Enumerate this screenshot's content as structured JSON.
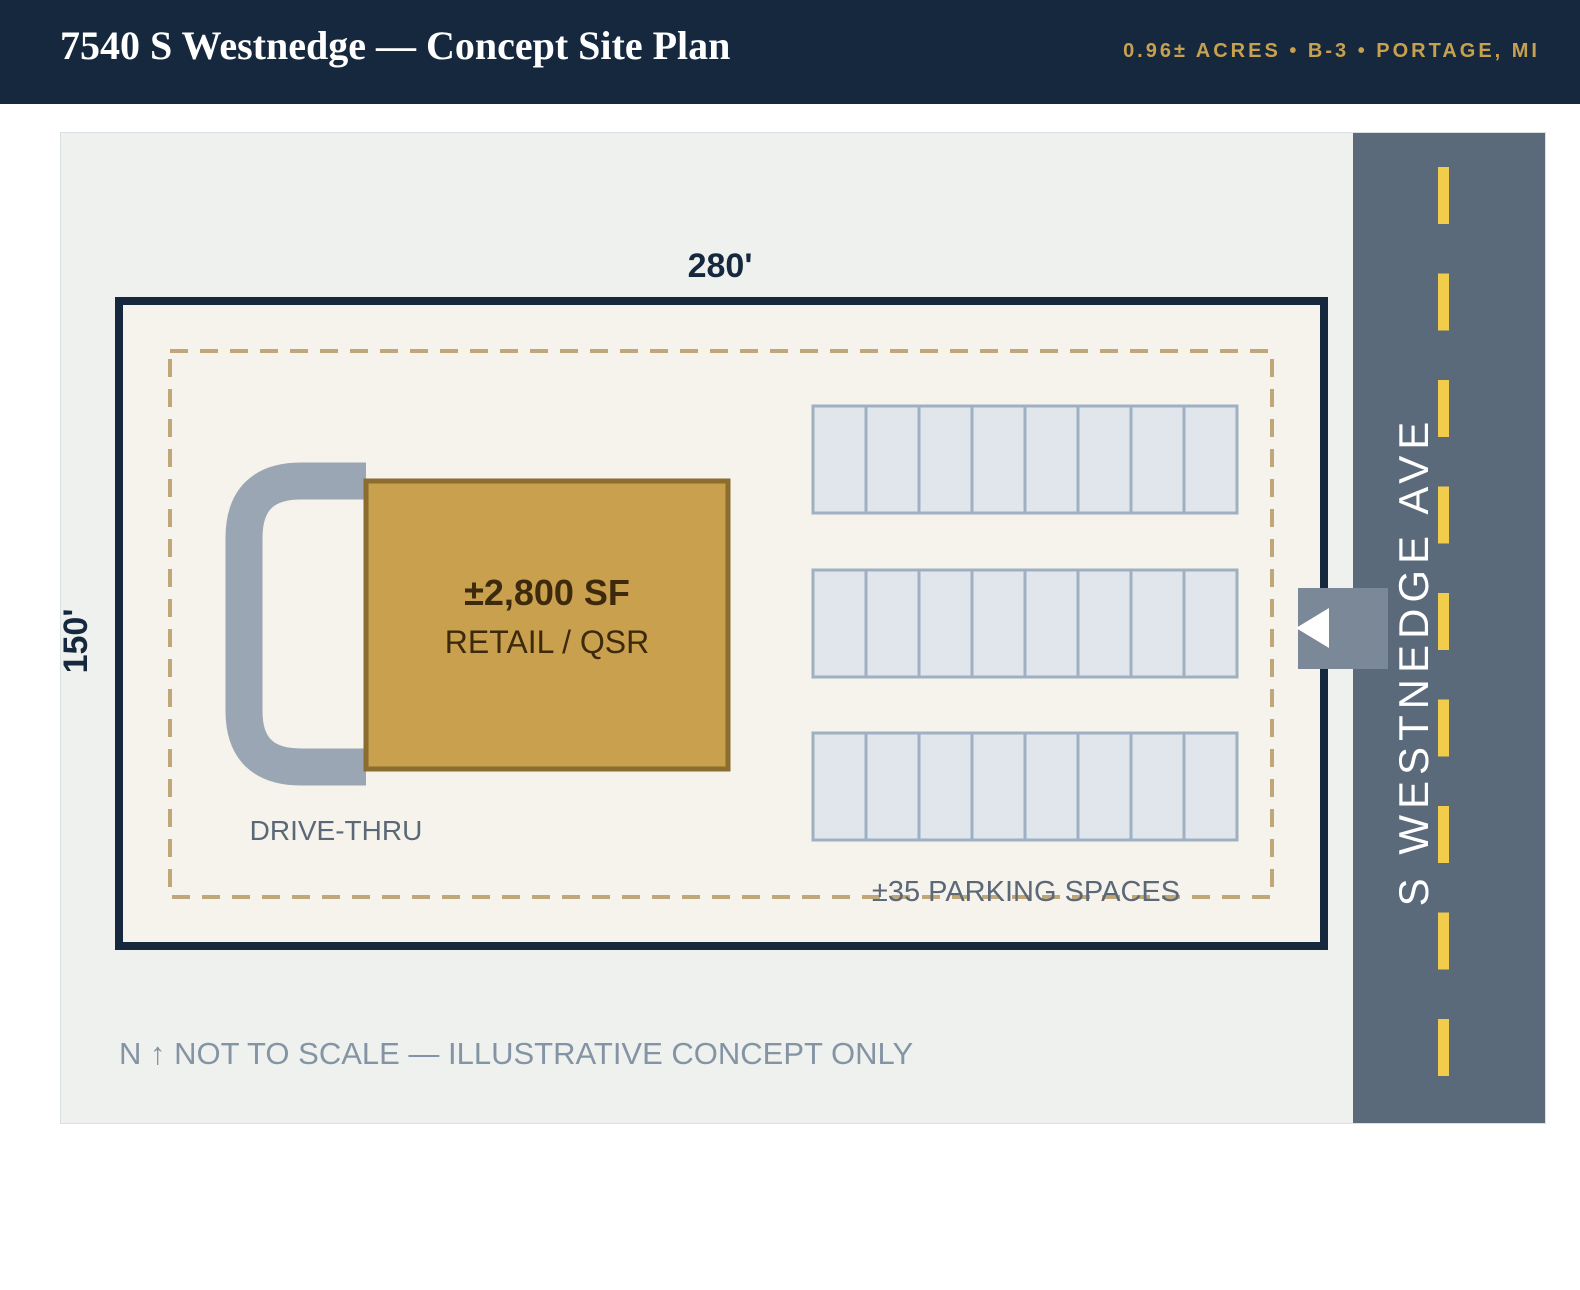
{
  "header": {
    "title": "7540 S Westnedge — Concept Site Plan",
    "meta": "0.96± ACRES • B-3 • PORTAGE, MI"
  },
  "site_plan": {
    "width_label": "280'",
    "depth_label": "150'",
    "building": {
      "area": "±2,800 SF",
      "use": "RETAIL / QSR"
    },
    "drive_thru_label": "DRIVE-THRU",
    "parking": {
      "label": "±35 PARKING SPACES",
      "rows": 3,
      "stalls_per_row": 8
    },
    "street_name": "S WESTNEDGE AVE",
    "footnote": "N ↑ NOT TO SCALE — ILLUSTRATIVE CONCEPT ONLY",
    "entrance_icon": "left-arrow-icon"
  },
  "colors": {
    "header_bg": "#15283d",
    "accent_gold": "#c8a14e",
    "building_fill": "#c8a04e",
    "building_stroke": "#8a6d2f",
    "road": "#5a6a7b",
    "road_stripe": "#f2cd4b",
    "lot_fill": "#f6f3ec",
    "lot_border": "#15283d",
    "parking_fill": "#e1e6ed",
    "parking_stroke": "#9eb0c2",
    "drive_thru": "#9ba6b4",
    "setback": "#bfa779",
    "background": "#eef1ed"
  }
}
